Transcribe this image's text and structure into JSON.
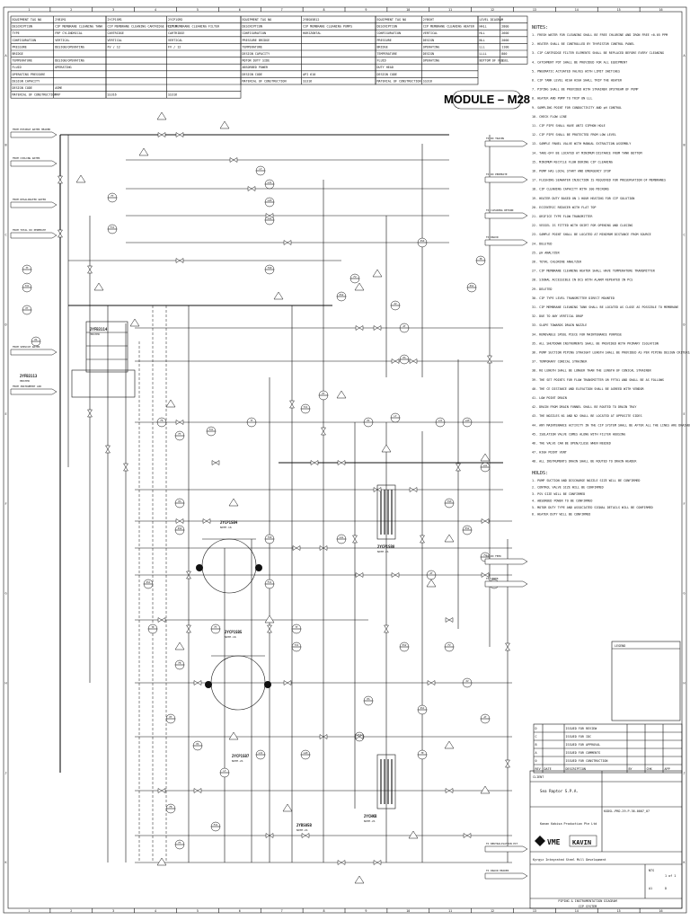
{
  "module_label": "MODULE – M28",
  "col_numbers": [
    "1",
    "2",
    "3",
    "4",
    "5",
    "6",
    "7",
    "8",
    "9",
    "10",
    "11",
    "12",
    "13",
    "14",
    "15",
    "16"
  ],
  "row_letters": [
    "A",
    "B",
    "C",
    "D",
    "E",
    "F",
    "G",
    "H",
    "J",
    "K"
  ],
  "equip_tables": [
    {
      "rows": [
        [
          "EQUIPMENT TAG NO",
          "2YB1M1"
        ],
        [
          "DESCRIPTION",
          "CIP MEMBRANE CLEANING TANK"
        ],
        [
          "TYPE",
          "FRP CYLINDRICAL"
        ],
        [
          "CONFIGURATION",
          "VERTICAL"
        ],
        [
          "PRESSURE",
          "DESIGN/OPERATING"
        ],
        [
          "BRIDGE",
          ""
        ],
        [
          "TEMPERATURE",
          "DESIGN/OPERATING"
        ],
        [
          "FLUID",
          "OPERATING"
        ],
        [
          "OPERATING PRESSURE",
          ""
        ],
        [
          "DESIGN CAPACITY",
          ""
        ],
        [
          "DESIGN CODE",
          "ASME"
        ],
        [
          "MATERIAL OF CONSTRUCTION",
          "FRP"
        ]
      ]
    },
    {
      "rows": [
        [
          "2YCP1SM1",
          "2YCP1SM2"
        ],
        [
          "CIP MEMBRANE CLEANING CARTRIDGE FILTER",
          "CIP MEMBRANE CLEANING FILTER"
        ],
        [
          "CARTRIDGE",
          "CARTRIDGE"
        ],
        [
          "VERTICAL",
          "VERTICAL"
        ],
        [
          "FV / 12",
          "FV / 12"
        ],
        [
          "",
          ""
        ],
        [
          "",
          ""
        ],
        [
          "",
          ""
        ],
        [
          "",
          ""
        ],
        [
          "",
          ""
        ],
        [
          "",
          ""
        ],
        [
          "SS316",
          "SS316"
        ]
      ]
    },
    {
      "rows": [
        [
          "EQUIPMENT TAG NO",
          "2YBS05B12"
        ],
        [
          "DESCRIPTION",
          "CIP MEMBRANE CLEANING PUMPS"
        ],
        [
          "CONFIGURATION",
          "HORIZONTAL"
        ],
        [
          "PRESSURE BRIDGE",
          ""
        ],
        [
          "TEMPERATURE",
          ""
        ],
        [
          "DESIGN CAPACITY",
          ""
        ],
        [
          "MOTOR DUTY SIDE",
          ""
        ],
        [
          "ABSORBED POWER",
          ""
        ],
        [
          "DESIGN CODE",
          "API 610"
        ],
        [
          "MATERIAL OF CONSTRUCTION",
          "SS316"
        ]
      ]
    },
    {
      "rows": [
        [
          "EQUIPMENT TAG NO",
          "2YBSHT"
        ],
        [
          "DESCRIPTION",
          "CIP MEMBRANE CLEANING HEATER"
        ],
        [
          "CONFIGURATION",
          "VERTICAL"
        ],
        [
          "PRESSURE",
          "DESIGN"
        ],
        [
          "BRIDGE",
          "OPERATING"
        ],
        [
          "TEMPERATURE",
          "DESIGN"
        ],
        [
          "FLUID",
          "OPERATING"
        ],
        [
          "DUTY HEAD",
          ""
        ],
        [
          "DESIGN CODE",
          ""
        ],
        [
          "MATERIAL OF CONSTRUCTION",
          "SS316"
        ]
      ]
    },
    {
      "rows": [
        [
          "LEVEL DIAGRAM",
          ""
        ],
        [
          "HHLL",
          "2800"
        ],
        [
          "HLL",
          "2600"
        ],
        [
          "NLL",
          "2000"
        ],
        [
          "LLL",
          "1100"
        ],
        [
          "LLLL",
          "800"
        ],
        [
          "BOTTOM OF VESSEL",
          "0"
        ]
      ]
    }
  ],
  "notes_title": "NOTES:",
  "notes": [
    "1. FRESH WATER FOR CLEANING SHALL BE FREE CHLORINE AND IRON FREE <0.05 PPM",
    "2. HEATER SHALL BE CONTROLLED BY THYRISTOR CONTROL PANEL",
    "3. CIP CARTRIDGE FILTER ELEMENTS SHALL BE REPLACED BEFORE EVERY CLEANING",
    "4. CATCHMENT POT SHALL BE PROVIDED FOR ALL EQUIPMENT",
    "5. PNEUMATIC ACTUATED VALVES WITH LIMIT SWITCHES",
    "6. CIP TANK LEVEL HIGH HIGH SHALL TRIP THE HEATER",
    "7. PIPING SHALL BE PROVIDED WITH STRAINER UPSTREAM OF PUMP",
    "8. HEATER AND PUMP TO TRIP ON LLL",
    "9. SAMPLING POINT FOR CONDUCTIVITY AND pH CONTROL",
    "10. CHECK FLOW LINE",
    "11. CIP PIPE SHALL HAVE ANTI SIPHON HOLE",
    "12. CIP PIPE SHALL BE PROTECTED FROM LOW LEVEL",
    "13. SAMPLE PANEL VALVE WITH MANUAL EXTRACTION ASSEMBLY",
    "14. TAKE-OFF BE LOCATED AT MINIMUM DISTANCE FROM TANK BOTTOM",
    "15. MINIMUM RECYCLE FLOW DURING CIP CLEANING",
    "16. PUMP HAS LOCAL START AND EMERGENCY STOP",
    "17. FLUSHING SEAWATER INJECTION IS REQUIRED FOR PRESERVATION OF MEMBRANES",
    "18. CIP CLEANING CAPACITY WITH 100 MICRONS",
    "19. HEATER DUTY BASED ON 1 HOUR HEATING FOR CIP SOLUTION",
    "20. ECCENTRIC REDUCER WITH FLAT TOP",
    "21. ORIFICE TYPE FLOW TRANSMITTER",
    "22. VESSEL IS FITTED WITH SKIRT FOR OPENING AND CLOSING",
    "23. SAMPLE POINT SHALL BE LOCATED AT MINIMUM DISTANCE FROM SOURCE",
    "24. DELETED",
    "25. pH ANALYZER",
    "26. TOTAL CHLORINE ANALYZER",
    "27. CIP MEMBRANE CLEANING HEATER SHALL HAVE TEMPERATURE TRANSMITTER",
    "28. SIGNAL ACCESSIBLE IN DCS WITH ALARM REPEATED IN PCS",
    "29. DELETED",
    "30. CIP TYPE LEVEL TRANSMITTER DIRECT MOUNTED",
    "31. CIP MEMBRANE CLEANING TANK SHALL BE LOCATED AS CLOSE AS POSSIBLE TO MEMBRANE",
    "32. DUE TO ANY VERTICAL DROP",
    "33. SLOPE TOWARDS DRAIN NOZZLE",
    "34. REMOVABLE SPOOL PIECE FOR MAINTENANCE PURPOSE",
    "35. ALL SHUTDOWN INSTRUMENTS SHALL BE PROVIDED WITH PRIMARY ISOLATION",
    "36. PUMP SUCTION PIPING STRAIGHT LENGTH SHALL BE PROVIDED AS PER PIPING DESIGN CRITERIA",
    "37. TEMPORARY CONICAL STRAINER",
    "38. RO LENGTH SHALL BE LONGER THAN THE LENGTH OF CONICAL STRAINER",
    "39. THE SET POINTS FOR FLOW TRANSMITTER OR FFT01 AND SHALL BE AS FOLLOWS",
    "40. THE CE DISTANCE AND ELEVATION SHALL BE AGREED WITH VENDOR",
    "41. LOW POINT DRAIN",
    "42. DRAIN FROM DRAIN FUNNEL SHALL BE ROUTED TO DRAIN TRAY",
    "43. THE NOZZLES N1 AND N2 SHALL BE LOCATED AT OPPOSITE SIDES",
    "44. ANY MAINTENANCE ACTIVITY IN THE CIP SYSTEM SHALL BE AFTER ALL THE LINES ARE DRAINED",
    "45. ISOLATION VALVE COMES ALONG WITH FILTER HOUSING",
    "46. THE VALVE CAN BE OPEN/CLOSE WHEN NEEDED",
    "47. HIGH POINT VENT",
    "48. ALL INSTRUMENTS DRAIN SHALL BE ROUTED TO DRAIN HEADER"
  ],
  "holds_title": "HOLDS:",
  "holds": [
    "1. PUMP SUCTION AND DISCHARGE NOZZLE SIZE WILL BE CONFIRMED",
    "2. CONTROL VALVE SIZE WILL BE CONFIRMED",
    "3. PSV SIZE WILL BE CONFIRMED",
    "4. ABSORBED POWER TO BE CONFIRMED",
    "5. MOTOR DUTY TYPE AND ASSOCIATED SIGNAL DETAILS WILL BE CONFIRMED",
    "6. HEATER DUTY WILL BE CONFIRMED"
  ],
  "equipment_labels": [
    {
      "tag": "2YFB3114",
      "desc": "HEATER"
    },
    {
      "tag": "2YFB3113",
      "desc": "HEATER"
    },
    {
      "tag": "2YCP1SB4",
      "desc": "NOTE-16"
    },
    {
      "tag": "2YCP1SB5",
      "desc": "NOTE-16"
    },
    {
      "tag": "2YCP1SB7",
      "desc": "NOTE-21"
    },
    {
      "tag": "2YCP1SB8",
      "desc": "NOTE-21"
    },
    {
      "tag": "2YCHKB",
      "desc": "NOTE-21"
    },
    {
      "tag": "2YBS05B",
      "desc": "NOTE-21"
    }
  ],
  "stream_labels_left": [
    "FROM POTABLE WATER HEADER",
    "FROM COOLING WATER",
    "FROM DESALINATED WATER",
    "FROM TOTAL RO PERMEATE",
    "FROM SERVICE WATER",
    "FROM INSTRUMENT AIR"
  ],
  "stream_labels_right": [
    "TO RO TRAINS",
    "TO RO PERMEATE",
    "TO CLEANING RETURN",
    "TO DRAIN",
    "TO RO FEED",
    "TO SEWER",
    "TO NEUTRALISATION PIT",
    "TO DRAIN HEADER"
  ],
  "instrument_tags": [
    "FT",
    "FIC",
    "TT",
    "TIC",
    "PT",
    "PI",
    "LT",
    "LIC",
    "LAH",
    "LAL",
    "TSH",
    "PSV",
    "FV",
    "XV",
    "AT",
    "HS",
    "ZSO",
    "ZSC",
    "TE",
    "FE"
  ],
  "legend_title": "LEGEND",
  "revision_table": {
    "headers": [
      "REV",
      "DATE",
      "DESCRIPTION",
      "BY",
      "CHK",
      "APP"
    ],
    "rows": [
      [
        "D",
        "",
        "ISSUED FOR REVIEW",
        "",
        "",
        ""
      ],
      [
        "C",
        "",
        "ISSUED FOR IDC",
        "",
        "",
        ""
      ],
      [
        "B",
        "",
        "ISSUED FOR APPROVAL",
        "",
        "",
        ""
      ],
      [
        "A",
        "",
        "ISSUED FOR COMMENTS",
        "",
        "",
        ""
      ],
      [
        "0",
        "",
        "ISSUED FOR CONSTRUCTION",
        "",
        "",
        ""
      ]
    ]
  },
  "title_block": {
    "client_label": "CLIENT",
    "client": "Sea Raptor S.P.A.",
    "contractor": "Kanan Kabisa Production Pte Ltd",
    "logo_left": "VME",
    "logo_right": "KAVIN",
    "project": "Kyrgyz Integrated Steel Mill Development",
    "doc_title_1": "PIPING & INSTRUMENTATION DIAGRAM",
    "doc_title_2": "CIP SYSTEM",
    "doc_no": "KGDSL-PRD-29-P-36-0007_07",
    "scale": "NTS",
    "sheet": "1 of 1",
    "rev": "D",
    "size": "A1"
  },
  "colors": {
    "ink": "#111111",
    "paper": "#ffffff"
  }
}
